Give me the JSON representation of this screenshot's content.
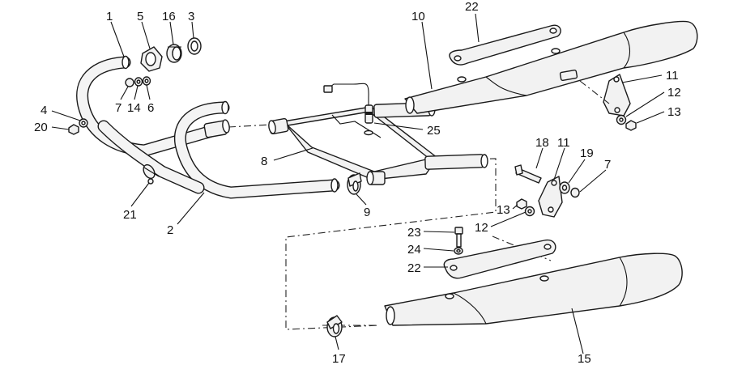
{
  "callouts": [
    {
      "id": "c1",
      "text": "1"
    },
    {
      "id": "c5",
      "text": "5"
    },
    {
      "id": "c16",
      "text": "16"
    },
    {
      "id": "c3",
      "text": "3"
    },
    {
      "id": "c4",
      "text": "4"
    },
    {
      "id": "c20",
      "text": "20"
    },
    {
      "id": "c7a",
      "text": "7"
    },
    {
      "id": "c14",
      "text": "14"
    },
    {
      "id": "c6",
      "text": "6"
    },
    {
      "id": "c21",
      "text": "21"
    },
    {
      "id": "c2",
      "text": "2"
    },
    {
      "id": "c8",
      "text": "8"
    },
    {
      "id": "c9",
      "text": "9"
    },
    {
      "id": "c25",
      "text": "25"
    },
    {
      "id": "c10",
      "text": "10"
    },
    {
      "id": "c22a",
      "text": "22"
    },
    {
      "id": "c11a",
      "text": "11"
    },
    {
      "id": "c12a",
      "text": "12"
    },
    {
      "id": "c13a",
      "text": "13"
    },
    {
      "id": "c18",
      "text": "18"
    },
    {
      "id": "c11b",
      "text": "11"
    },
    {
      "id": "c19",
      "text": "19"
    },
    {
      "id": "c7b",
      "text": "7"
    },
    {
      "id": "c13b",
      "text": "13"
    },
    {
      "id": "c12b",
      "text": "12"
    },
    {
      "id": "c23",
      "text": "23"
    },
    {
      "id": "c24",
      "text": "24"
    },
    {
      "id": "c22b",
      "text": "22"
    },
    {
      "id": "c17",
      "text": "17"
    },
    {
      "id": "c15",
      "text": "15"
    }
  ],
  "colors": {
    "line": "#1a1a1a",
    "fill": "#f2f2f2",
    "background": "#ffffff"
  }
}
